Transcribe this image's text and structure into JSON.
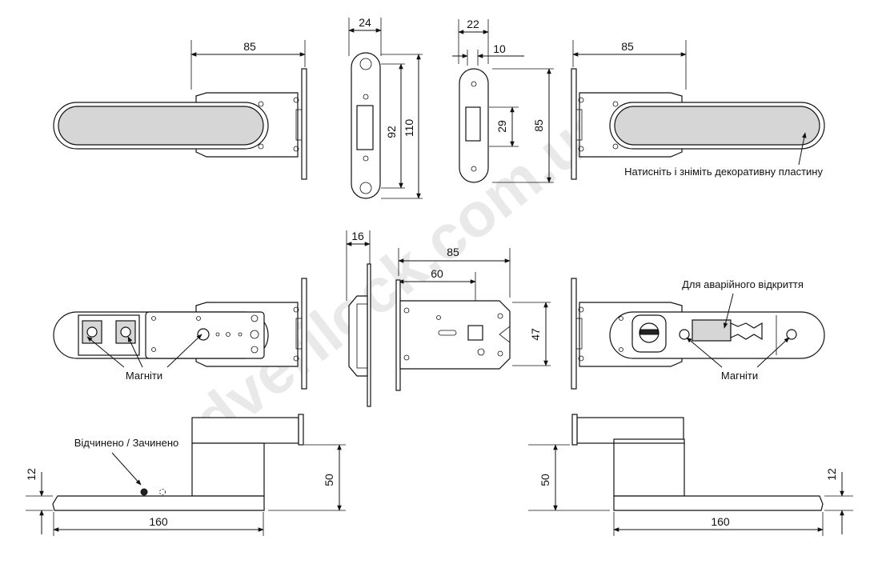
{
  "watermark": "dverilock.com.ua",
  "dimensions": {
    "top_left_width": "85",
    "strike_width": "24",
    "strike_height_inner": "92",
    "strike_height_outer": "110",
    "small_plate_width": "22",
    "small_plate_thickness": "10",
    "small_plate_slot": "29",
    "small_plate_height": "85",
    "top_right_width": "85",
    "side_thickness": "16",
    "body_length": "85",
    "backset": "60",
    "body_height": "47",
    "bottom_left_height": "12",
    "bottom_left_length": "160",
    "bottom_left_rise": "50",
    "bottom_right_rise": "50",
    "bottom_right_height": "12",
    "bottom_right_length": "160"
  },
  "labels": {
    "decor_plate_note": "Натисніть і зніміть декоративну пластину",
    "emergency_note": "Для аварійного відкриття",
    "magnets_left": "Магніти",
    "magnets_right": "Магніти",
    "open_closed": "Відчинено / Зачинено"
  }
}
